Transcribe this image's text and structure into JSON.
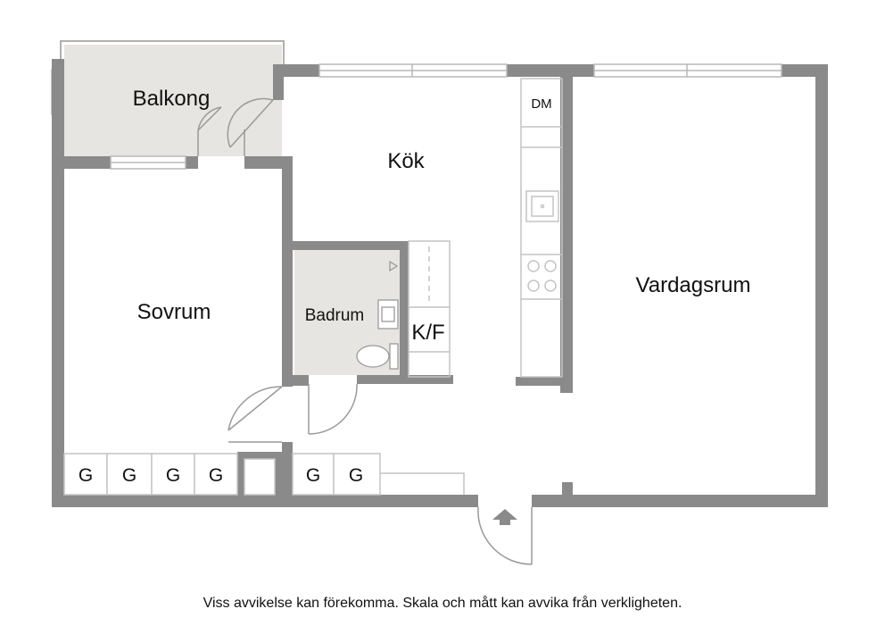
{
  "rooms": {
    "balkong": "Balkong",
    "kok": "Kök",
    "dm": "DM",
    "sovrum": "Sovrum",
    "badrum": "Badrum",
    "kf": "K/F",
    "vardagsrum": "Vardagsrum"
  },
  "closets": {
    "label": "G"
  },
  "disclaimer": "Viss avvikelse kan förekomma. Skala och mått kan avvika från verkligheten.",
  "colors": {
    "wall": "#8a8a8a",
    "floor_wet": "#e6e5e1",
    "window": "#c8c8c8",
    "line": "#b0b0b0"
  }
}
